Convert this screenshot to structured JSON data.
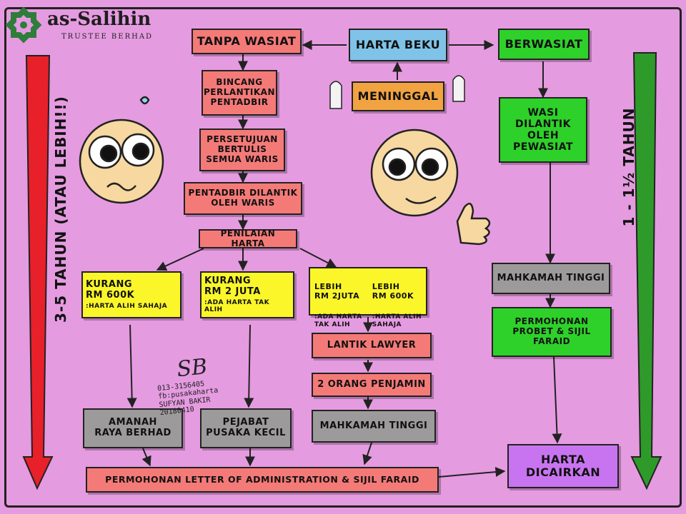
{
  "logo": {
    "name": "as-Salihin",
    "tagline": "TRUSTEE BERHAD"
  },
  "left_duration": "3-5 TAHUN (ATAU LEBIH!!)",
  "right_duration": "1 - 1½ TAHUN",
  "boxes": {
    "harta_beku": "HARTA BEKU",
    "meninggal": "MENINGGAL",
    "tanpa_wasiat": "TANPA WASIAT",
    "berwasiat": "BERWASIAT",
    "bincang": "BINCANG\nPERLANTIKAN\nPENTADBIR",
    "persetujuan": "PERSETUJUAN\nBERTULIS\nSEMUA WARIS",
    "pentadbir": "PENTADBIR DILANTIK\nOLEH WARIS",
    "penilaian": "PENILAIAN HARTA",
    "wasi": "WASI\nDILANTIK\nOLEH\nPEWASIAT",
    "kurang1_title": "KURANG\nRM 600K",
    "kurang1_note": ":HARTA ALIH SAHAJA",
    "kurang2_title": "KURANG\nRM 2 JUTA",
    "kurang2_note": ":ADA HARTA TAK ALIH",
    "lebih1_title": "LEBIH\nRM 2JUTA",
    "lebih1_note": ":ADA HARTA\nTAK ALIH",
    "lebih2_title": "LEBIH\nRM 600K",
    "lebih2_note": ":HARTA ALIH\nSAHAJA",
    "lantik_lawyer": "LANTIK LAWYER",
    "penjamin": "2 ORANG PENJAMIN",
    "mahkamah_left": "MAHKAMAH TINGGI",
    "mahkamah_right": "MAHKAMAH TINGGI",
    "permohonan_probet": "PERMOHONAN\nPROBET & SIJIL\nFARAID",
    "amanah": "AMANAH\nRAYA BERHAD",
    "pejabat": "PEJABAT\nPUSAKA KECIL",
    "permohonan_letter": "PERMOHONAN LETTER OF ADMINISTRATION & SIJIL FARAID",
    "harta_dicairkan": "HARTA\nDICAIRKAN"
  },
  "signature": {
    "initials": "SB",
    "phone": "013-3156405",
    "fb": "fb:pusakaharta",
    "name": "SUFYAN BAKIR",
    "date": "20180410"
  },
  "colors": {
    "background": "#e59be0",
    "red_arrow": "#e8202a",
    "green_arrow": "#2e9a2a"
  }
}
